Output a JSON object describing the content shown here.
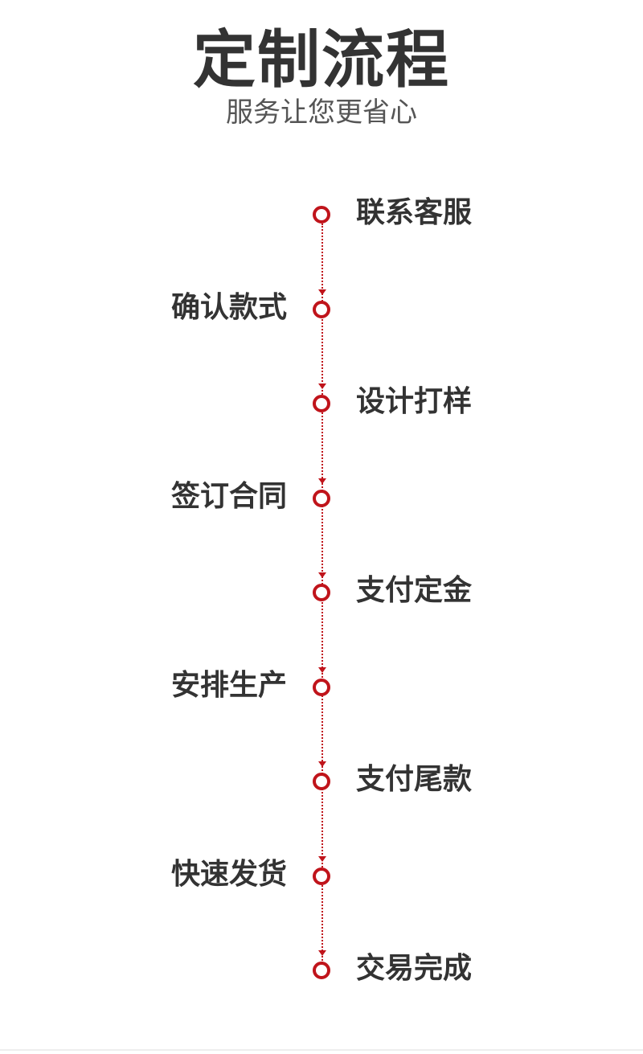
{
  "header": {
    "title": "定制流程",
    "subtitle": "服务让您更省心"
  },
  "colors": {
    "accent": "#c0141b",
    "text": "#333333"
  },
  "steps": [
    {
      "label": "联系客服",
      "side": "right"
    },
    {
      "label": "确认款式",
      "side": "left"
    },
    {
      "label": "设计打样",
      "side": "right"
    },
    {
      "label": "签订合同",
      "side": "left"
    },
    {
      "label": "支付定金",
      "side": "right"
    },
    {
      "label": "安排生产",
      "side": "left"
    },
    {
      "label": "支付尾款",
      "side": "right"
    },
    {
      "label": "快速发货",
      "side": "left"
    },
    {
      "label": "交易完成",
      "side": "right"
    }
  ]
}
